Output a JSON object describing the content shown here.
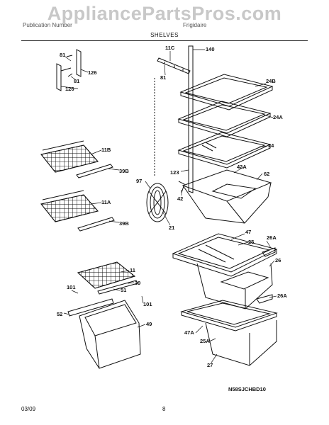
{
  "watermark": "AppliancePartsPros.com",
  "header": {
    "left_text": "Publication Number",
    "right_text": "Frigidaire",
    "title": "SHELVES"
  },
  "footer": {
    "date": "03/09",
    "page": "8"
  },
  "diagram_code": "N58SJCHBD10",
  "part_labels": [
    "81",
    "126",
    "81",
    "126",
    "11C",
    "140",
    "81",
    "24B",
    "24A",
    "24",
    "123",
    "42A",
    "62",
    "97",
    "42",
    "21",
    "11B",
    "39B",
    "11A",
    "39B",
    "47",
    "25",
    "26A",
    "26",
    "26A",
    "11",
    "39",
    "101",
    "51",
    "101",
    "52",
    "49",
    "47A",
    "25A",
    "27"
  ]
}
